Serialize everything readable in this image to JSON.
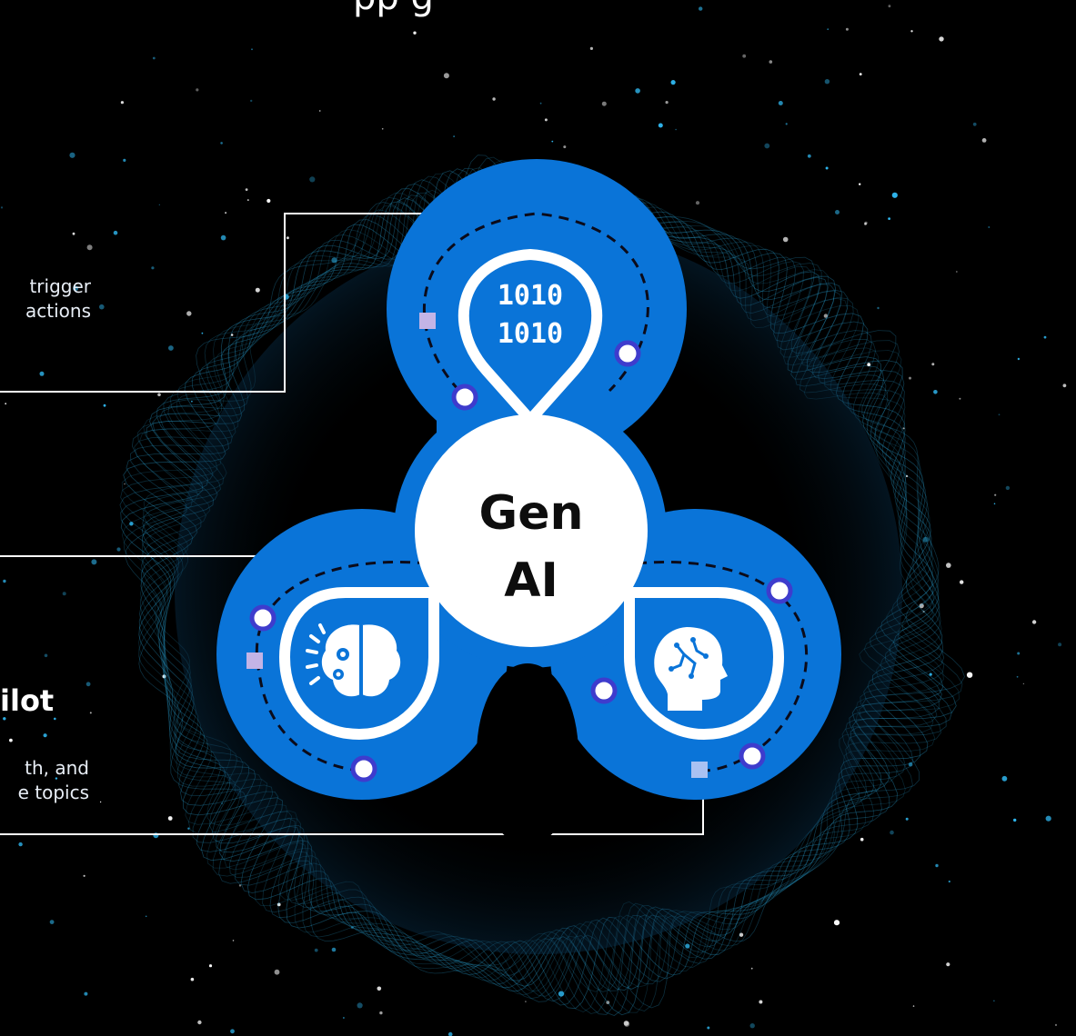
{
  "title_fragment": "pp       g",
  "hub": {
    "line1": "Gen",
    "line2": "AI"
  },
  "petals": [
    {
      "icon": "binary-data-icon",
      "glyph_lines": [
        "1010",
        "1010"
      ]
    },
    {
      "icon": "brain-gears-icon"
    },
    {
      "icon": "head-circuit-icon"
    }
  ],
  "callouts": [
    {
      "lines": [
        "trigger",
        "actions"
      ]
    },
    {
      "heading": "ilot",
      "lines": [
        "th, and",
        "e topics"
      ]
    }
  ],
  "colors": {
    "background": "#000000",
    "accent": "#0a74d8",
    "ring_wave": "#2fb6ee",
    "marker_square": "#c3b4e6",
    "marker_square_alt": "#a9c1f2",
    "dot_border": "#3e3ccd",
    "hub_fill": "#ffffff",
    "hub_text": "#0d0d0d"
  }
}
